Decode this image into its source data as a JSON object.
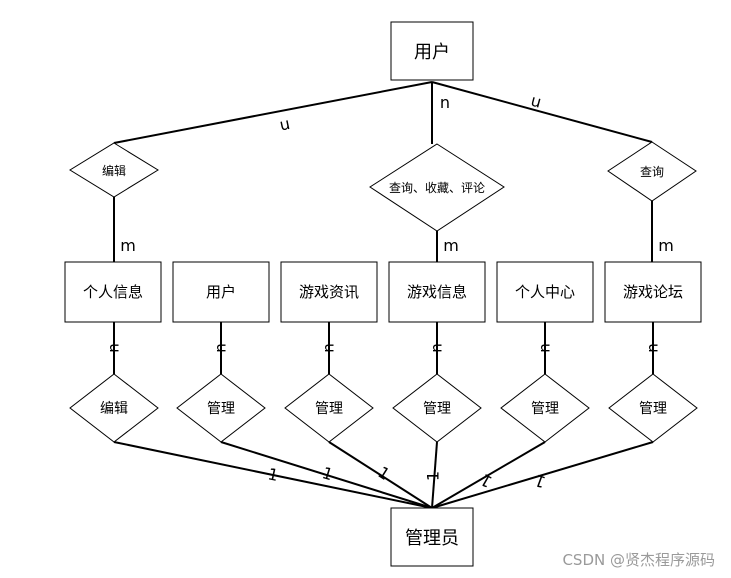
{
  "entities": {
    "user": "用户",
    "admin": "管理员",
    "personal_info": "个人信息",
    "user_info": "用户",
    "game_news": "游戏资讯",
    "game_info": "游戏信息",
    "personal_center": "个人中心",
    "game_forum": "游戏论坛"
  },
  "relationships": {
    "top_left": "编辑",
    "top_middle": "查询、收藏、评论",
    "top_right": "查询",
    "bottom_1": "编辑",
    "bottom_2": "管理",
    "bottom_3": "管理",
    "bottom_4": "管理",
    "bottom_5": "管理",
    "bottom_6": "管理"
  },
  "cardinality": {
    "user_left": "n",
    "user_middle": "n",
    "user_right": "n",
    "m_left": "m",
    "m_middle": "m",
    "m_right": "m",
    "n_1": "n",
    "n_2": "n",
    "n_3": "n",
    "n_4": "n",
    "n_5": "n",
    "n_6": "n",
    "one_1": "1",
    "one_2": "1",
    "one_3": "1",
    "one_4": "1",
    "one_5": "1",
    "one_6": "1"
  },
  "watermark": "CSDN @贤杰程序源码"
}
